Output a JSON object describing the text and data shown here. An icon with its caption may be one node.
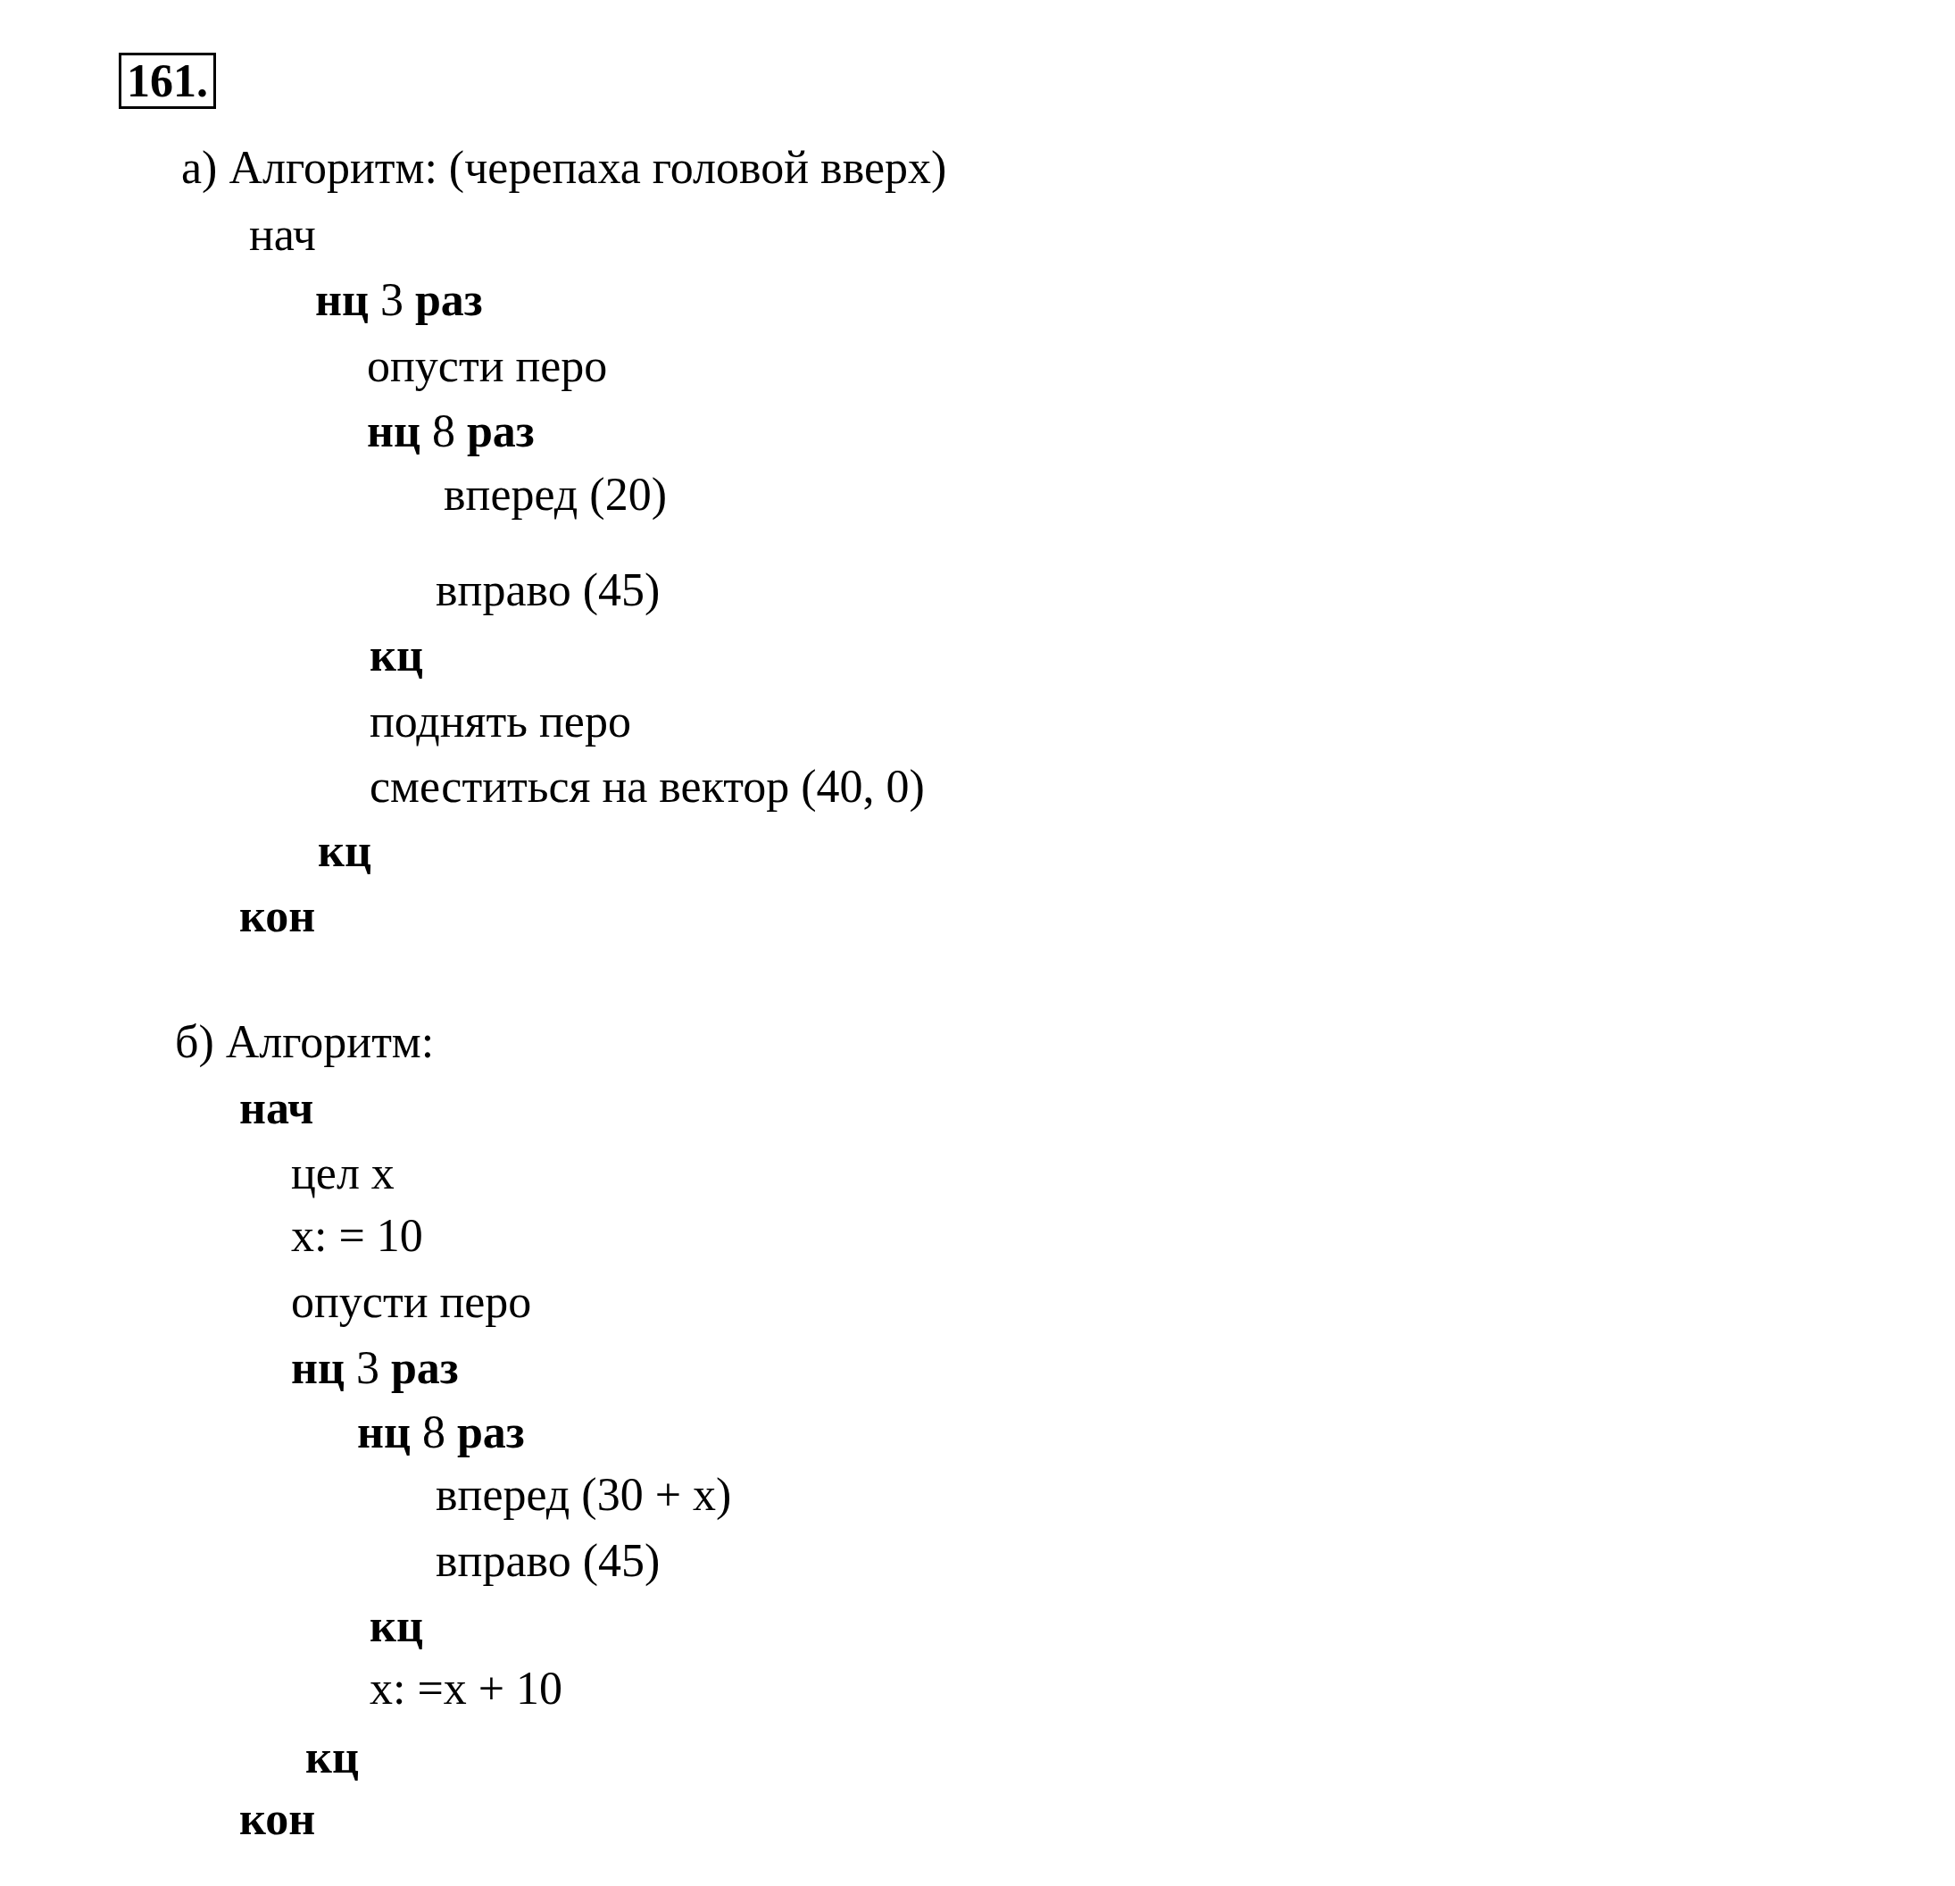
{
  "diagram": {
    "labels": [
      "161.",
      "а) Алгоритм: (черепаха головой вверх)",
      "нач",
      "**нц** 3 **раз**",
      "опусти перо",
      "**нц** 8 **раз**",
      "вперед (20)",
      "вправо (45)",
      "кц",
      "поднять перо",
      "сместиться на вектор (40, 0)",
      "кц",
      "кон",
      "б) Алгоритм:",
      "нач",
      "цел x",
      "x: = 10",
      "опусти перо",
      "**нц** 3 **раз**",
      "**нц** 8 **раз**",
      "вперед (30 + x)",
      "вправо (45)",
      "кц",
      "x: =x + 10",
      "кц",
      "кон"
    ]
  }
}
